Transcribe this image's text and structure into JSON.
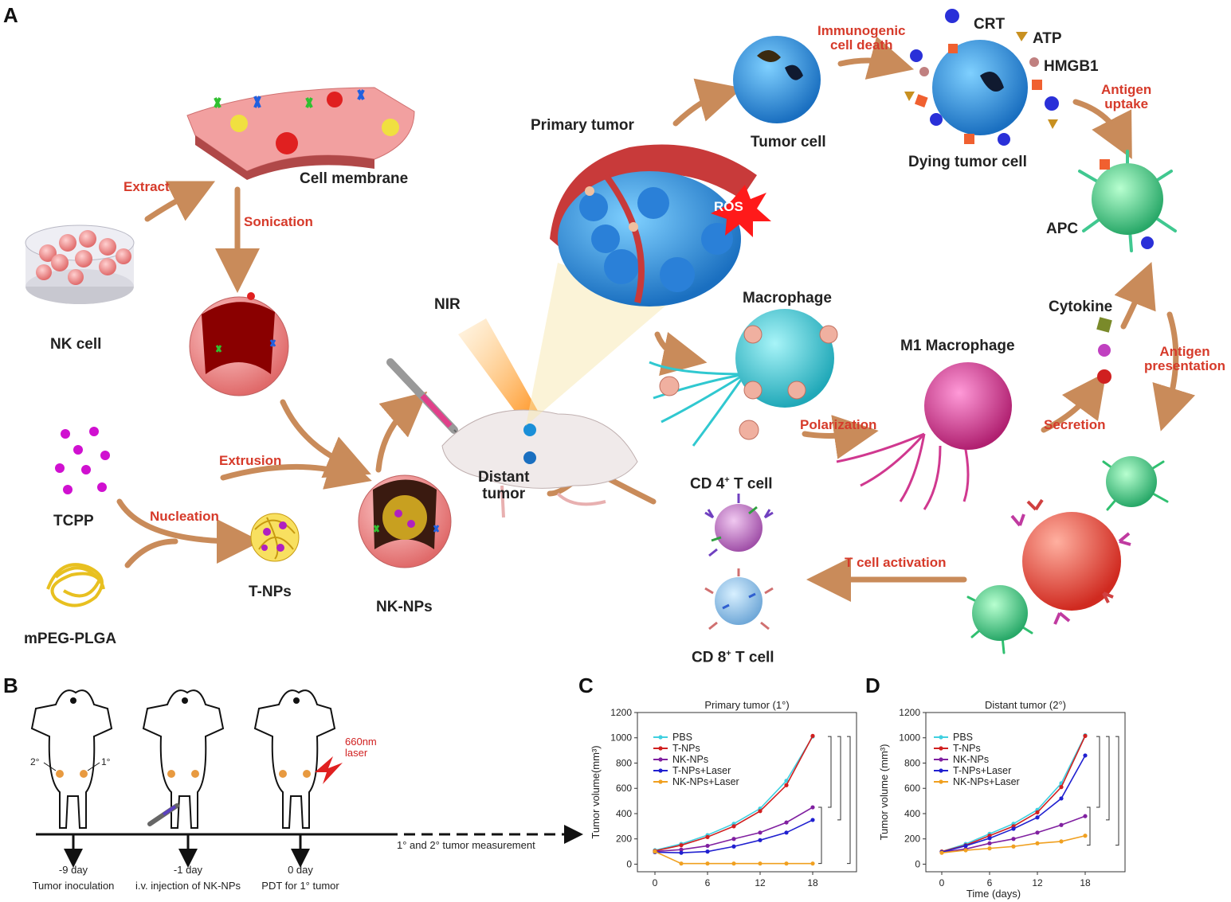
{
  "panels": {
    "a": "A",
    "b": "B",
    "c": "C",
    "d": "D"
  },
  "labels": {
    "cell_membrane": "Cell membrane",
    "nk_cell": "NK cell",
    "tcpp": "TCPP",
    "mpeg_plga": "mPEG-PLGA",
    "t_nps": "T-NPs",
    "nk_nps": "NK-NPs",
    "nir": "NIR",
    "distant_tumor": "Distant\ntumor",
    "primary_tumor": "Primary tumor",
    "tumor_cell": "Tumor cell",
    "dying_tumor_cell": "Dying tumor cell",
    "crt": "CRT",
    "atp": "ATP",
    "hmgb1": "HMGB1",
    "apc": "APC",
    "macrophage": "Macrophage",
    "m1_macrophage": "M1 Macrophage",
    "cytokine": "Cytokine",
    "cd4_t_cell": "CD 4",
    "cd8_t_cell": "CD 8",
    "t_cell_suffix": " T cell",
    "ros": "ROS"
  },
  "processes": {
    "extract": "Extract",
    "sonication": "Sonication",
    "extrusion": "Extrusion",
    "nucleation": "Nucleation",
    "immunogenic_cell_death": "Immunogenic\ncell death",
    "antigen_uptake": "Antigen\nuptake",
    "antigen_presentation": "Antigen\npresentation",
    "polarization": "Polarization",
    "secretion": "Secretion",
    "t_cell_activation": "T cell activation"
  },
  "timeline": {
    "laser": "660nm\nlaser",
    "mark_2": "2°",
    "mark_1": "1°",
    "measurement": "1° and 2° tumor measurement",
    "steps": [
      {
        "day": "-9 day",
        "desc": "Tumor inoculation"
      },
      {
        "day": "-1 day",
        "desc": "i.v. injection of NK-NPs"
      },
      {
        "day": "0 day",
        "desc": "PDT for 1° tumor"
      }
    ]
  },
  "colors": {
    "arrow": "#c98b5a",
    "red_text": "#d63a2a",
    "tumor_blue": "#2f8fd8",
    "membrane_pink": "#e88a8a",
    "macrophage_cyan": "#3cc8d0",
    "m1_magenta": "#d0388f",
    "apc_green": "#4fd08a"
  },
  "chart_data": [
    {
      "type": "line",
      "title": "Primary tumor (1°)",
      "xlabel": "",
      "ylabel": "Tumor volume(mm³)",
      "xlim": [
        -2,
        23
      ],
      "ylim": [
        -60,
        1200
      ],
      "xticks": [
        0,
        6,
        12,
        18
      ],
      "yticks": [
        0,
        200,
        400,
        600,
        800,
        1000,
        1200
      ],
      "x": [
        0,
        3,
        6,
        9,
        12,
        15,
        18
      ],
      "series": [
        {
          "name": "PBS",
          "color": "#40d0e0",
          "values": [
            110,
            160,
            230,
            320,
            440,
            660,
            1010
          ]
        },
        {
          "name": "T-NPs",
          "color": "#d02020",
          "values": [
            105,
            150,
            215,
            300,
            420,
            625,
            1015
          ]
        },
        {
          "name": "NK-NPs",
          "color": "#8020a0",
          "values": [
            100,
            115,
            145,
            200,
            250,
            330,
            450
          ]
        },
        {
          "name": "T-NPs+Laser",
          "color": "#2020d0",
          "values": [
            95,
            90,
            100,
            140,
            190,
            250,
            350
          ]
        },
        {
          "name": "NK-NPs+Laser",
          "color": "#f0a020",
          "values": [
            100,
            5,
            5,
            5,
            5,
            5,
            5
          ]
        }
      ]
    },
    {
      "type": "line",
      "title": "Distant tumor (2°)",
      "xlabel": "Time (days)",
      "ylabel": "Tumor volume (mm³)",
      "xlim": [
        -2,
        23
      ],
      "ylim": [
        -60,
        1200
      ],
      "xticks": [
        0,
        6,
        12,
        18
      ],
      "yticks": [
        0,
        200,
        400,
        600,
        800,
        1000,
        1200
      ],
      "x": [
        0,
        3,
        6,
        9,
        12,
        15,
        18
      ],
      "series": [
        {
          "name": "PBS",
          "color": "#40d0e0",
          "values": [
            100,
            160,
            240,
            320,
            430,
            640,
            1020
          ]
        },
        {
          "name": "T-NPs",
          "color": "#d02020",
          "values": [
            100,
            150,
            225,
            300,
            410,
            610,
            1015
          ]
        },
        {
          "name": "NK-NPs",
          "color": "#8020a0",
          "values": [
            95,
            120,
            165,
            200,
            250,
            310,
            380
          ]
        },
        {
          "name": "T-NPs+Laser",
          "color": "#2020d0",
          "values": [
            95,
            145,
            205,
            280,
            370,
            520,
            860
          ]
        },
        {
          "name": "NK-NPs+Laser",
          "color": "#f0a020",
          "values": [
            90,
            110,
            125,
            140,
            165,
            180,
            225
          ]
        }
      ]
    }
  ]
}
